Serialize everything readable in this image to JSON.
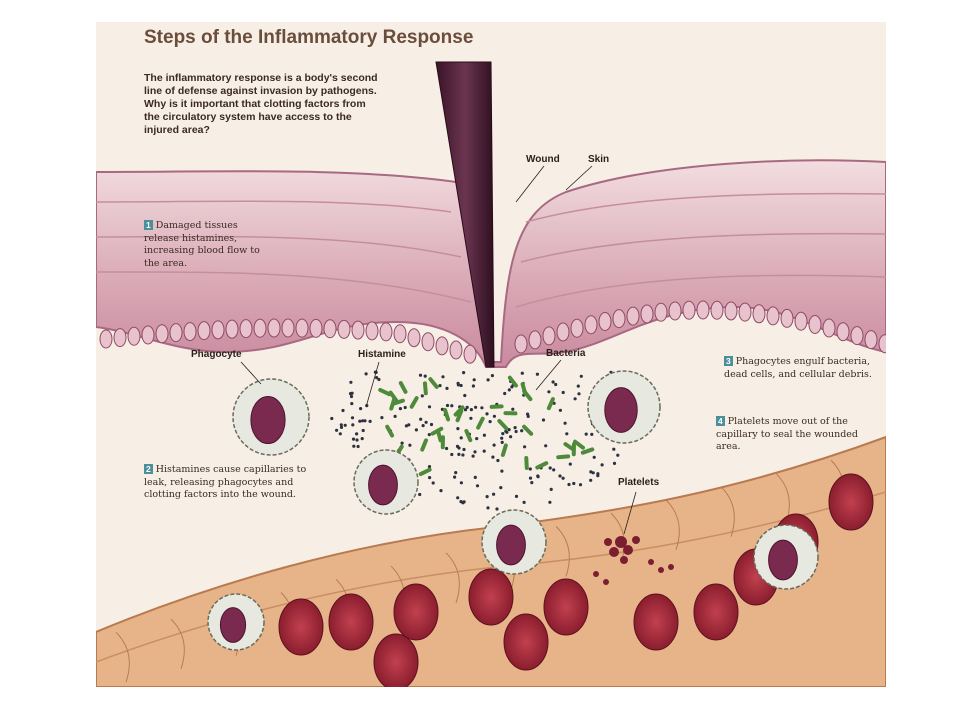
{
  "title": "Steps of the Inflammatory Response",
  "intro": "The inflammatory response is a body's second line of defense against invasion by pathogens. Why is it important that clotting factors from the circulatory system have access to the injured area?",
  "steps": [
    {
      "num": "1",
      "text": "Damaged tissues release histamines, increasing blood flow to the area."
    },
    {
      "num": "2",
      "text": "Histamines cause capillaries to leak, releasing phagocytes and clotting factors into the wound."
    },
    {
      "num": "3",
      "text": "Phagocytes engulf bacteria, dead cells, and cellular debris."
    },
    {
      "num": "4",
      "text": "Platelets move out of the capillary to seal the wounded area."
    }
  ],
  "labels": {
    "wound": "Wound",
    "skin": "Skin",
    "phagocyte": "Phagocyte",
    "histamine": "Histamine",
    "bacteria": "Bacteria",
    "platelets": "Platelets"
  },
  "colors": {
    "skin_top": "#ead0d4",
    "skin_mid": "#d8a9b4",
    "cell_layer": "#c98aa0",
    "tissue": "#f3e6d9",
    "capillary": "#e8b68a",
    "red_blood_cell": "#9e2535",
    "nucleus": "#7a2a4f",
    "bacteria": "#4f8a3a",
    "splinter": "#4a1f35",
    "step_badge": "#4a8f9a"
  }
}
